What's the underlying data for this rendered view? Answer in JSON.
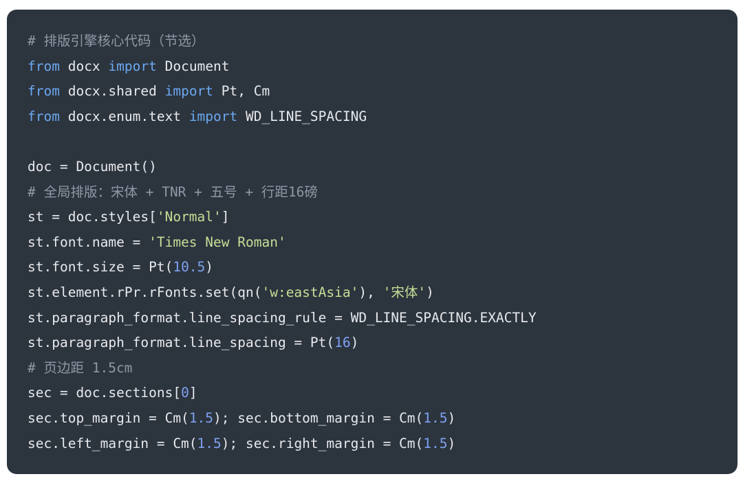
{
  "code_block": {
    "lines": [
      [
        {
          "t": "# 排版引擎核心代码（节选）",
          "c": "comment"
        }
      ],
      [
        {
          "t": "from",
          "c": "kw"
        },
        {
          "t": " docx ",
          "c": "plain"
        },
        {
          "t": "import",
          "c": "kw"
        },
        {
          "t": " Document",
          "c": "plain"
        }
      ],
      [
        {
          "t": "from",
          "c": "kw"
        },
        {
          "t": " docx.shared ",
          "c": "plain"
        },
        {
          "t": "import",
          "c": "kw"
        },
        {
          "t": " Pt, Cm",
          "c": "plain"
        }
      ],
      [
        {
          "t": "from",
          "c": "kw"
        },
        {
          "t": " docx.enum.text ",
          "c": "plain"
        },
        {
          "t": "import",
          "c": "kw"
        },
        {
          "t": " WD_LINE_SPACING",
          "c": "plain"
        }
      ],
      [],
      [
        {
          "t": "doc = Document()",
          "c": "plain"
        }
      ],
      [
        {
          "t": "# 全局排版：宋体 + TNR + 五号 + 行距16磅",
          "c": "comment"
        }
      ],
      [
        {
          "t": "st = doc.styles[",
          "c": "plain"
        },
        {
          "t": "'Normal'",
          "c": "str"
        },
        {
          "t": "]",
          "c": "plain"
        }
      ],
      [
        {
          "t": "st.font.name = ",
          "c": "plain"
        },
        {
          "t": "'Times New Roman'",
          "c": "str"
        }
      ],
      [
        {
          "t": "st.font.size = Pt(",
          "c": "plain"
        },
        {
          "t": "10.5",
          "c": "num"
        },
        {
          "t": ")",
          "c": "plain"
        }
      ],
      [
        {
          "t": "st.element.rPr.rFonts.set(qn(",
          "c": "plain"
        },
        {
          "t": "'w:eastAsia'",
          "c": "str"
        },
        {
          "t": "), ",
          "c": "plain"
        },
        {
          "t": "'宋体'",
          "c": "str"
        },
        {
          "t": ")",
          "c": "plain"
        }
      ],
      [
        {
          "t": "st.paragraph_format.line_spacing_rule = WD_LINE_SPACING.EXACTLY",
          "c": "plain"
        }
      ],
      [
        {
          "t": "st.paragraph_format.line_spacing = Pt(",
          "c": "plain"
        },
        {
          "t": "16",
          "c": "num"
        },
        {
          "t": ")",
          "c": "plain"
        }
      ],
      [
        {
          "t": "# 页边距 1.5cm",
          "c": "comment"
        }
      ],
      [
        {
          "t": "sec = doc.sections[",
          "c": "plain"
        },
        {
          "t": "0",
          "c": "num"
        },
        {
          "t": "]",
          "c": "plain"
        }
      ],
      [
        {
          "t": "sec.top_margin = Cm(",
          "c": "plain"
        },
        {
          "t": "1.5",
          "c": "num"
        },
        {
          "t": "); sec.bottom_margin = Cm(",
          "c": "plain"
        },
        {
          "t": "1.5",
          "c": "num"
        },
        {
          "t": ")",
          "c": "plain"
        }
      ],
      [
        {
          "t": "sec.left_margin = Cm(",
          "c": "plain"
        },
        {
          "t": "1.5",
          "c": "num"
        },
        {
          "t": "); sec.right_margin = Cm(",
          "c": "plain"
        },
        {
          "t": "1.5",
          "c": "num"
        },
        {
          "t": ")",
          "c": "plain"
        }
      ]
    ]
  },
  "colors": {
    "background": "#2c343e",
    "keyword": "#6ca9f0",
    "string": "#c5df96",
    "number": "#7ea2f2",
    "comment": "#8f98a6",
    "text": "#e8eaed"
  }
}
